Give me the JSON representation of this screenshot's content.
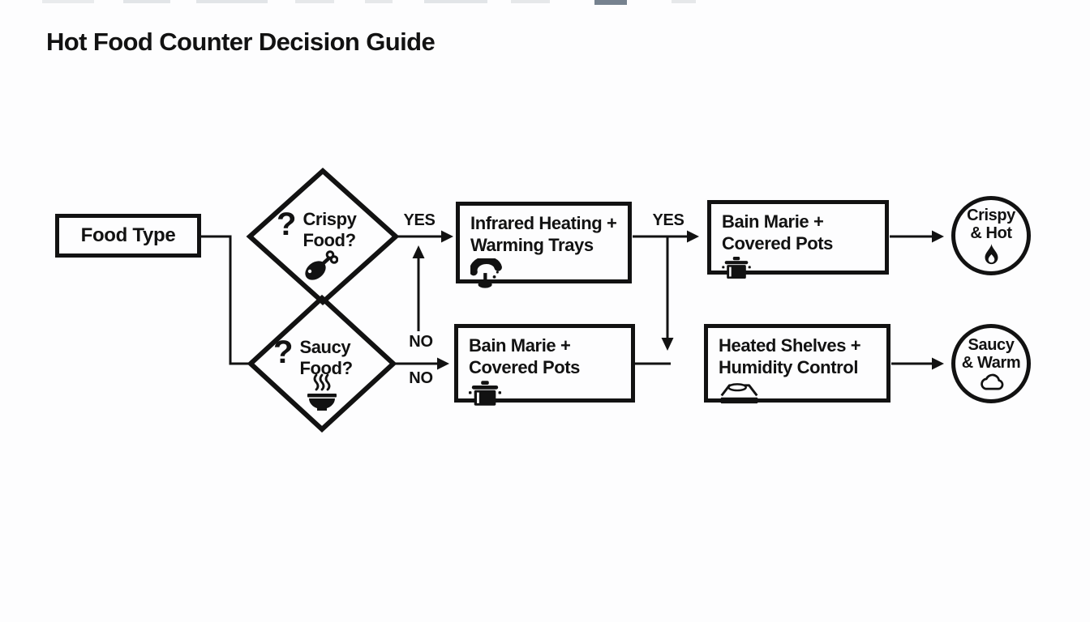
{
  "title": "Hot Food Counter Decision Guide",
  "colors": {
    "ink": "#121212",
    "background": "#fdfdfe"
  },
  "flow": {
    "start": {
      "label": "Food Type"
    },
    "decisions": [
      {
        "id": "crispy-food",
        "mark": "?",
        "line1": "Crispy",
        "line2": "Food?",
        "icon": "drumstick-icon"
      },
      {
        "id": "saucy-food",
        "mark": "?",
        "line1": "Saucy",
        "line2": "Food?",
        "icon": "steaming-bowl-icon"
      }
    ],
    "processes": [
      {
        "id": "infrared-warming",
        "line1": "Infrared Heating +",
        "line2": "Warming Trays",
        "icon": "heat-lamp-icon"
      },
      {
        "id": "bain-marie-lower",
        "line1": "Bain Marie +",
        "line2": "Covered Pots",
        "icon": "pot-icon"
      },
      {
        "id": "bain-marie-upper",
        "line1": "Bain Marie +",
        "line2": "Covered Pots",
        "icon": "pot-icon"
      },
      {
        "id": "heated-shelves",
        "line1": "Heated Shelves +",
        "line2": "Humidity Control",
        "icon": "heated-shelf-icon"
      }
    ],
    "outcomes": [
      {
        "id": "crispy-hot",
        "line1": "Crispy",
        "line2": "& Hot",
        "icon": "flame-icon"
      },
      {
        "id": "saucy-warm",
        "line1": "Saucy",
        "line2": "& Warm",
        "icon": "cloud-icon"
      }
    ],
    "edge_labels": {
      "crispy_yes": "YES",
      "infrared_yes": "YES",
      "no_upper": "NO",
      "no_lower": "NO"
    }
  }
}
